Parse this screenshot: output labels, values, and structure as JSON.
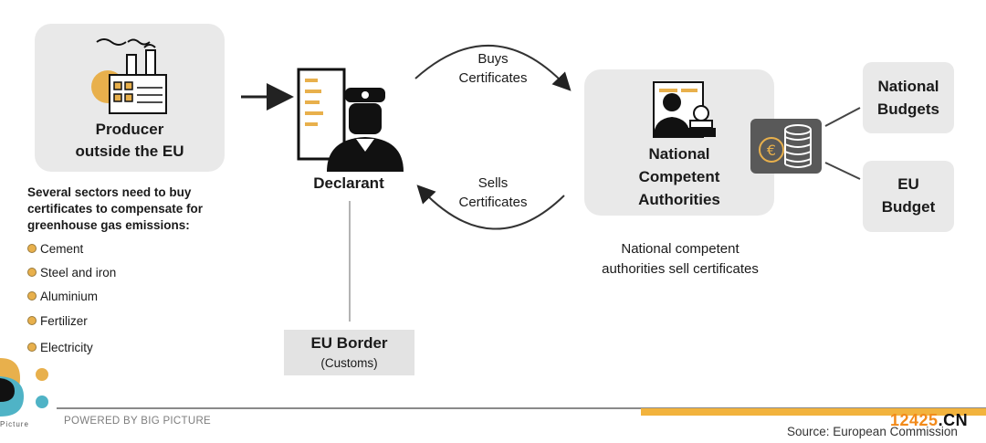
{
  "producer": {
    "label": "Producer\noutside the EU"
  },
  "sectors": {
    "intro": "Several sectors need to buy\ncertificates to compensate for\ngreenhouse gas emissions:",
    "items": [
      "Cement",
      "Steel and iron",
      "Aluminium",
      "Fertilizer",
      "Electricity"
    ]
  },
  "declarant": {
    "label": "Declarant"
  },
  "eu_border": {
    "title": "EU Border",
    "subtitle": "(Customs)"
  },
  "flows": {
    "buys": "Buys\nCertificates",
    "sells": "Sells\nCertificates"
  },
  "nca": {
    "label": "National\nCompetent\nAuthorities",
    "caption": "National competent\nauthorities sell certificates"
  },
  "budgets": {
    "national": "National\nBudgets",
    "eu": "EU\nBudget"
  },
  "footer": {
    "powered_by": "POWERED BY BIG PICTURE",
    "logo_text": "Picture",
    "source": "Source: European Commission",
    "watermark": "12425",
    "watermark_suffix": ".CN"
  },
  "colors": {
    "accent": "#f2b33d",
    "box": "#e9e9e9",
    "ink": "#111111",
    "coin_box": "#595959",
    "teal": "#4fb3c6"
  },
  "icons": [
    "factory-icon",
    "declarant-icon",
    "authority-icon",
    "euro-coins-icon"
  ]
}
